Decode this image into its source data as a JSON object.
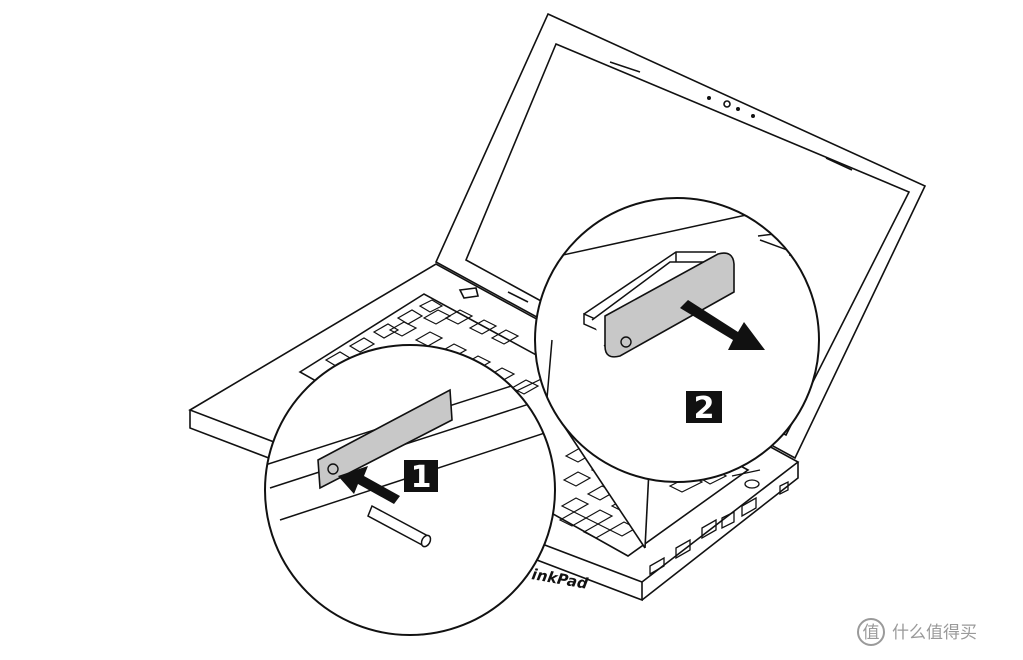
{
  "steps": [
    {
      "number": "1"
    },
    {
      "number": "2"
    }
  ],
  "brand_text": "ThinkPad",
  "brand_visible": "inkPad",
  "watermark": {
    "text": "什么值得买",
    "icon": "zhi-icon"
  },
  "colors": {
    "line": "#111111",
    "background": "#ffffff",
    "plate": "#c8c8c8",
    "badge": "#111111",
    "watermark": "#9a9a9a"
  }
}
